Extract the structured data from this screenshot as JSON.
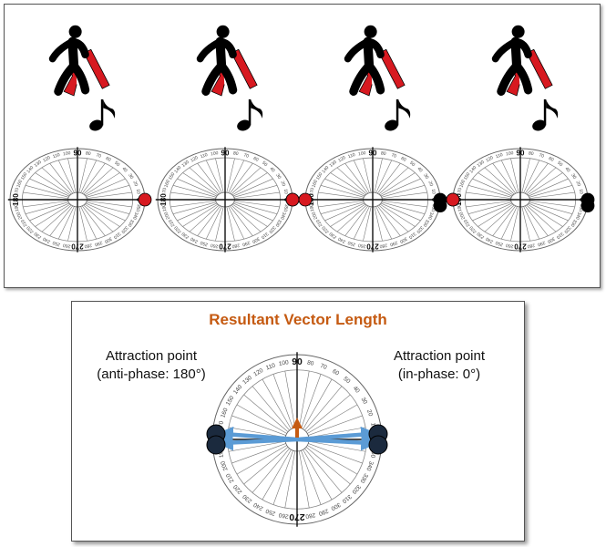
{
  "colors": {
    "figure": "#000000",
    "cane": "#d71920",
    "footstep_marker": "#d71920",
    "beat_marker": "#000000",
    "vector_arrow": "#5b9bd5",
    "resultant_arrow": "#c55a11",
    "title_text": "#c55a11",
    "dial_lines": "#777777"
  },
  "icons": {
    "walker": "walking-person-with-cane-icon",
    "note": "music-note-icon"
  },
  "dial": {
    "tick_labels": [
      "0",
      "10",
      "20",
      "30",
      "40",
      "50",
      "60",
      "70",
      "80",
      "90",
      "100",
      "110",
      "120",
      "130",
      "140",
      "150",
      "160",
      "170",
      "180",
      "190",
      "200",
      "210",
      "220",
      "230",
      "240",
      "250",
      "260",
      "270",
      "280",
      "290",
      "300",
      "310",
      "320",
      "330",
      "340",
      "350"
    ]
  },
  "sequence": [
    {
      "step_angle_deg": 0,
      "beat_angles_deg": []
    },
    {
      "step_angle_deg": 0,
      "beat_angles_deg": [
        0
      ]
    },
    {
      "step_angle_deg": 180,
      "beat_angles_deg": [
        0,
        0
      ]
    },
    {
      "step_angle_deg": 180,
      "beat_angles_deg": [
        180,
        0,
        0
      ]
    }
  ],
  "summary": {
    "title": "Resultant Vector Length",
    "left_label": {
      "line1": "Attraction point",
      "line2": "(anti-phase: 180°)"
    },
    "right_label": {
      "line1": "Attraction point",
      "line2": "(in-phase: 0°)"
    },
    "vector_angles_deg": [
      180,
      180,
      0,
      0
    ]
  }
}
